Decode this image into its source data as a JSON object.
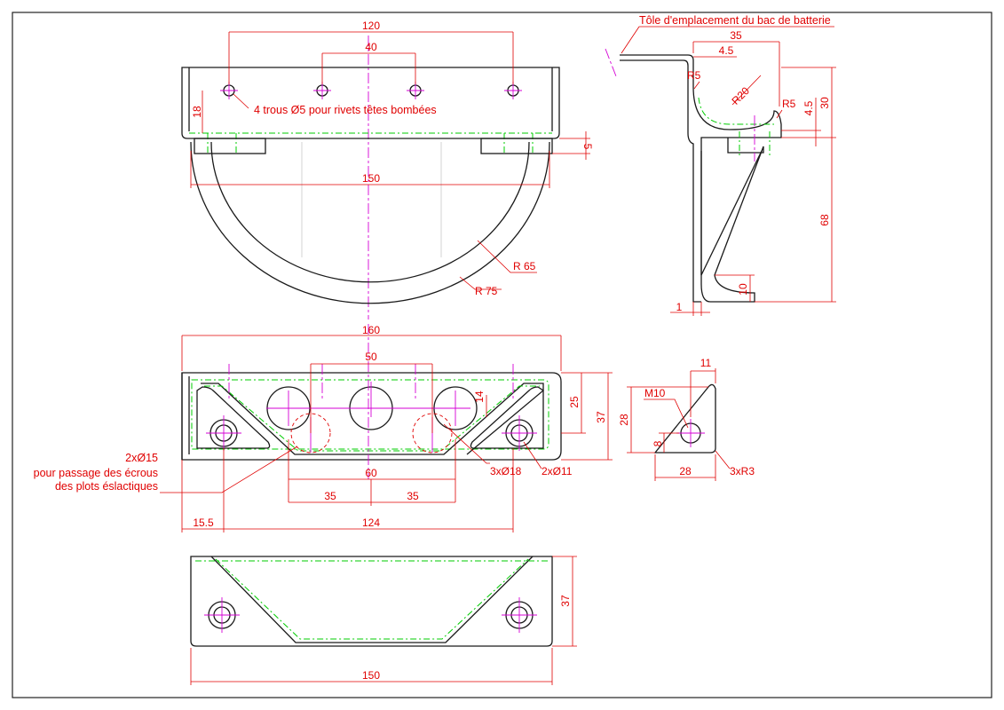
{
  "notes": {
    "battery_sheet": "Tôle d'emplacement du bac de batterie",
    "rivet_holes": "4 trous Ø5 pour rivets têtes bombées",
    "nut_passage_line1": "2xØ15",
    "nut_passage_line2": "pour passage des écrous",
    "nut_passage_line3": "des plots éslactiques"
  },
  "front_view": {
    "dims": {
      "d120": "120",
      "d40": "40",
      "d18": "18",
      "d5": "5",
      "d150": "150",
      "r65": "R 65",
      "r75": "R 75"
    }
  },
  "side_view": {
    "dims": {
      "d35": "35",
      "d45a": "4.5",
      "r5a": "R5",
      "r20": "R20",
      "r5b": "R5",
      "d45b": "4.5",
      "d30": "30",
      "d68": "68",
      "d10": "10",
      "d1": "1"
    }
  },
  "top_view": {
    "dims": {
      "d160": "160",
      "d50": "50",
      "d14": "14",
      "d25": "25",
      "d37": "37",
      "d60": "60",
      "d35a": "35",
      "d35b": "35",
      "d155": "15.5",
      "d124": "124",
      "h18": "3xØ18",
      "h11": "2xØ11"
    }
  },
  "gusset_view": {
    "dims": {
      "d11": "11",
      "m10": "M10",
      "d28v": "28",
      "d8": "8",
      "d28h": "28",
      "r3": "3xR3"
    }
  },
  "bottom_view": {
    "dims": {
      "d37": "37",
      "d150": "150"
    }
  }
}
